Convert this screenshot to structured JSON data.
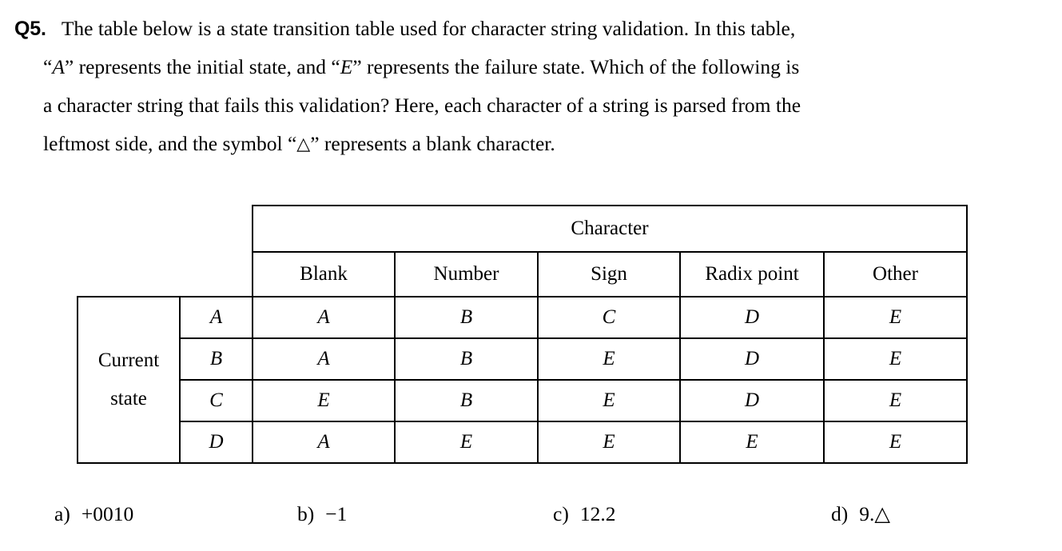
{
  "question": {
    "label": "Q5.",
    "lines": [
      {
        "segments": [
          {
            "text": "The table below is a state transition table used for character string validation. In this table,",
            "style": "normal"
          }
        ]
      },
      {
        "segments": [
          {
            "text": "“",
            "style": "normal"
          },
          {
            "text": "A",
            "style": "italic"
          },
          {
            "text": "” represents the initial state, and “",
            "style": "normal"
          },
          {
            "text": "E",
            "style": "italic"
          },
          {
            "text": "” represents the failure state. Which of the following is",
            "style": "normal"
          }
        ]
      },
      {
        "segments": [
          {
            "text": "a character string that fails this validation? Here, each character of a string is parsed from the",
            "style": "normal"
          }
        ]
      },
      {
        "segments": [
          {
            "text": "leftmost side, and the symbol “",
            "style": "normal"
          },
          {
            "text": "△",
            "style": "triangle"
          },
          {
            "text": "” represents a blank character.",
            "style": "normal"
          }
        ]
      }
    ]
  },
  "table": {
    "character_header": "Character",
    "row_group_label_line1": "Current",
    "row_group_label_line2": "state",
    "column_headers": [
      "Blank",
      "Number",
      "Sign",
      "Radix point",
      "Other"
    ],
    "states": [
      "A",
      "B",
      "C",
      "D"
    ],
    "transitions": [
      {
        "state": "A",
        "blank": "A",
        "number": "B",
        "sign": "C",
        "radix_point": "D",
        "other": "E"
      },
      {
        "state": "B",
        "blank": "A",
        "number": "B",
        "sign": "E",
        "radix_point": "D",
        "other": "E"
      },
      {
        "state": "C",
        "blank": "E",
        "number": "B",
        "sign": "E",
        "radix_point": "D",
        "other": "E"
      },
      {
        "state": "D",
        "blank": "A",
        "number": "E",
        "sign": "E",
        "radix_point": "E",
        "other": "E"
      }
    ]
  },
  "options": [
    {
      "letter": "a)",
      "text": "+0010"
    },
    {
      "letter": "b)",
      "text": "−1"
    },
    {
      "letter": "c)",
      "text": "12.2"
    },
    {
      "letter": "d)",
      "text": "9.△"
    }
  ]
}
